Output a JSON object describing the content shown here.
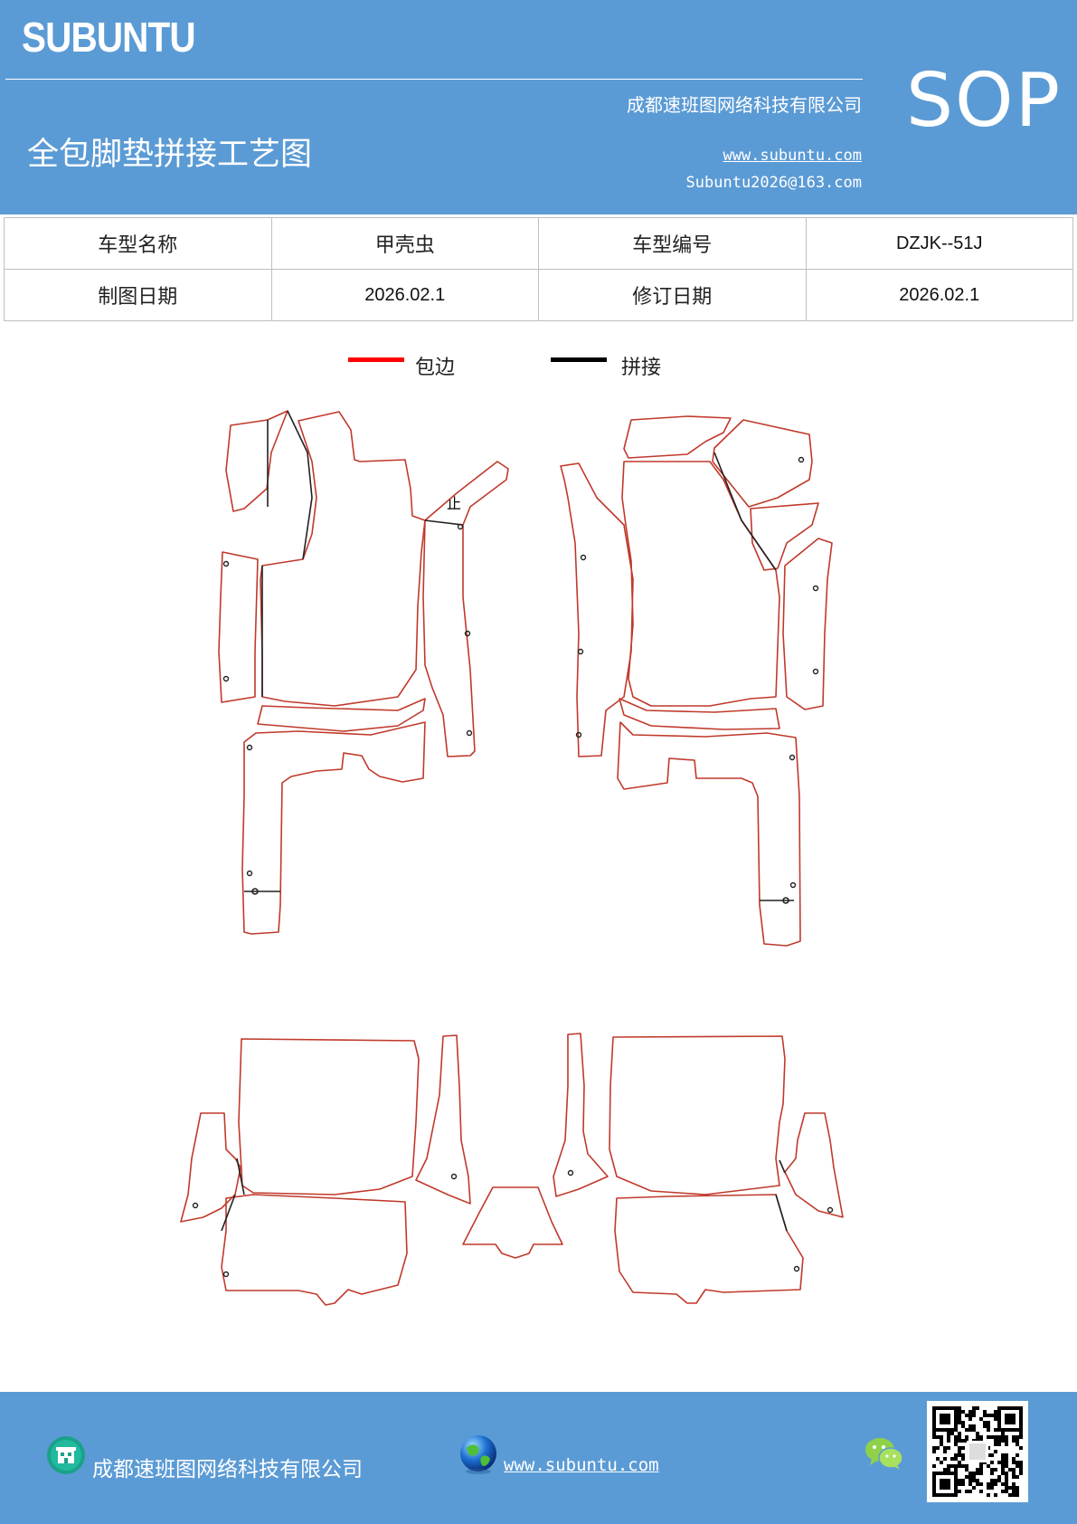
{
  "header": {
    "logo": "SUBUNTU",
    "company": "成都速班图网络科技有限公司",
    "title": "全包脚垫拼接工艺图",
    "website": "www.subuntu.com",
    "email": "Subuntu2026@163.com",
    "badge": "SOP"
  },
  "info": {
    "model_name_label": "车型名称",
    "model_name_value": "甲壳虫",
    "model_code_label": "车型编号",
    "model_code_value": "DZJK--51J",
    "draw_date_label": "制图日期",
    "draw_date_value": "2026.02.1",
    "revise_date_label": "修订日期",
    "revise_date_value": "2026.02.1"
  },
  "legend": {
    "edge_label": "包边",
    "edge_color": "#ff0000",
    "splice_label": "拼接",
    "splice_color": "#000000"
  },
  "diagram": {
    "mark": "止",
    "edge_color": "#c0392b",
    "splice_color": "#222222"
  },
  "footer": {
    "company": "成都速班图网络科技有限公司",
    "website": "www.subuntu.com",
    "icons": [
      "building-icon",
      "globe-icon",
      "wechat-icon",
      "qr-code"
    ]
  }
}
